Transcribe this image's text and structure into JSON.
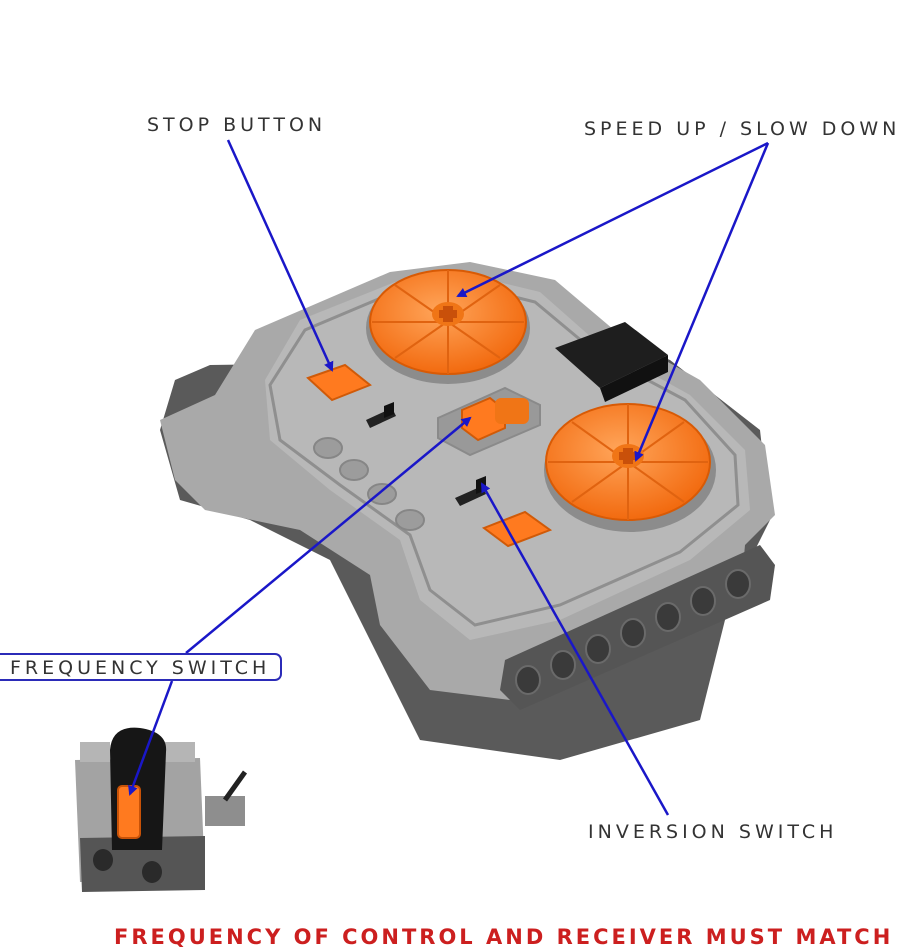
{
  "labels": {
    "stop_button": "STOP BUTTON",
    "speed": "SPEED UP / SLOW DOWN",
    "frequency_switch": "FREQUENCY SWITCH",
    "inversion_switch": "INVERSION SWITCH",
    "footer": "FREQUENCY OF CONTROL AND RECEIVER MUST MATCH"
  },
  "colors": {
    "arrow": "#1a17c8",
    "body_grey": "#a8a8a8",
    "dark_grey": "#5e5e5e",
    "orange": "#ff7a1f",
    "footer_red": "#cc1f1f"
  }
}
